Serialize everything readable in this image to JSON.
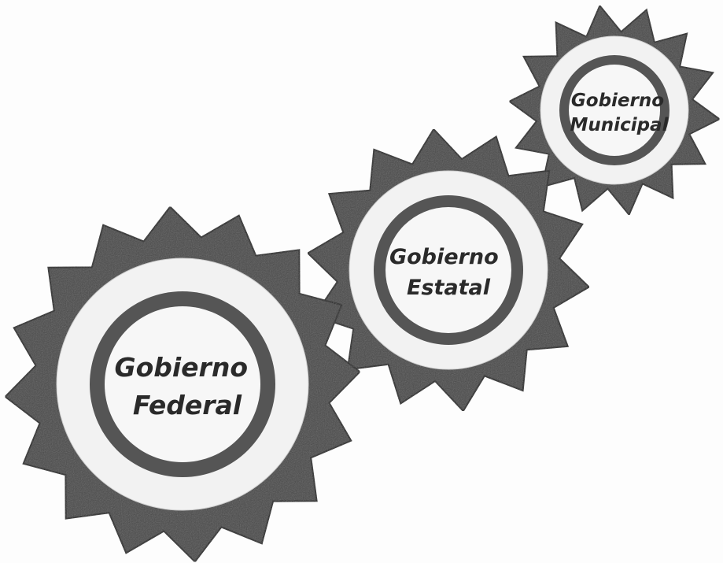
{
  "diagram": {
    "gears": [
      {
        "line1": "Gobierno",
        "line2": "Municipal"
      },
      {
        "line1": "Gobierno",
        "line2": "Estatal"
      },
      {
        "line1": "Gobierno",
        "line2": "Federal"
      }
    ],
    "colors": {
      "gear_teeth": "#4a4a4a",
      "gear_outline": "#222222",
      "ring_light": "#f2f2f2",
      "ring_dark": "#555555",
      "core": "#f7f7f7",
      "text": "#2a2a2a"
    }
  }
}
